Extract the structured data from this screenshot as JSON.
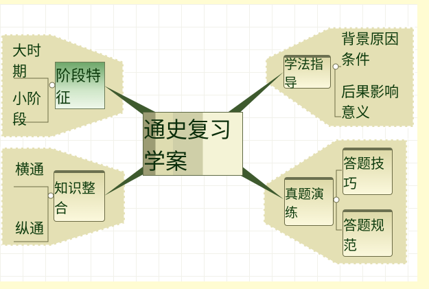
{
  "center": {
    "label": "通史复习学案"
  },
  "branches": [
    {
      "label": "阶段特征",
      "children": [
        "大时期",
        "小阶段"
      ]
    },
    {
      "label": "知识整合",
      "children": [
        "横通",
        "纵通"
      ]
    },
    {
      "label": "学法指导",
      "children": [
        "背景原因条件",
        "后果影响意义"
      ]
    },
    {
      "label": "真题演练",
      "children": [
        "答题技巧",
        "答题规范"
      ]
    }
  ],
  "colors": {
    "group_fill": "#e4e0b4",
    "connector": "#3e5a2e",
    "background": "#fffcd2"
  }
}
